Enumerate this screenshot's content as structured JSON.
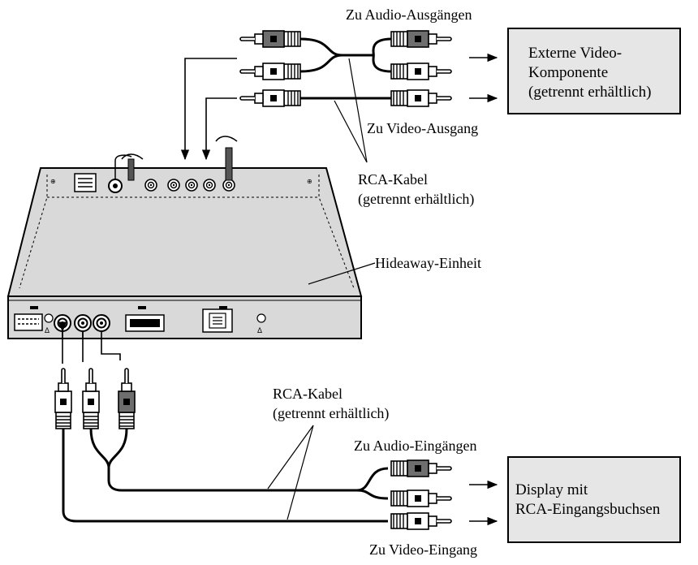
{
  "labels": {
    "audio_outputs": "Zu Audio-Ausgängen",
    "video_output": "Zu Video-Ausgang",
    "rca_top_line1": "RCA-Kabel",
    "rca_top_line2": "(getrennt erhältlich)",
    "hideaway": "Hideaway-Einheit",
    "rca_bottom_line1": "RCA-Kabel",
    "rca_bottom_line2": "(getrennt erhältlich)",
    "audio_inputs": "Zu Audio-Eingängen",
    "video_input": "Zu Video-Eingang"
  },
  "external_box": {
    "line1": "Externe Video-",
    "line2": "Komponente",
    "line3": "(getrennt erhältlich)"
  },
  "display_box": {
    "line1": "Display mit",
    "line2": "RCA-Eingangsbuchsen"
  },
  "colors": {
    "box_fill": "#e6e6e6",
    "unit_fill": "#d9d9d9",
    "plug_dark": "#6e6e6e"
  }
}
